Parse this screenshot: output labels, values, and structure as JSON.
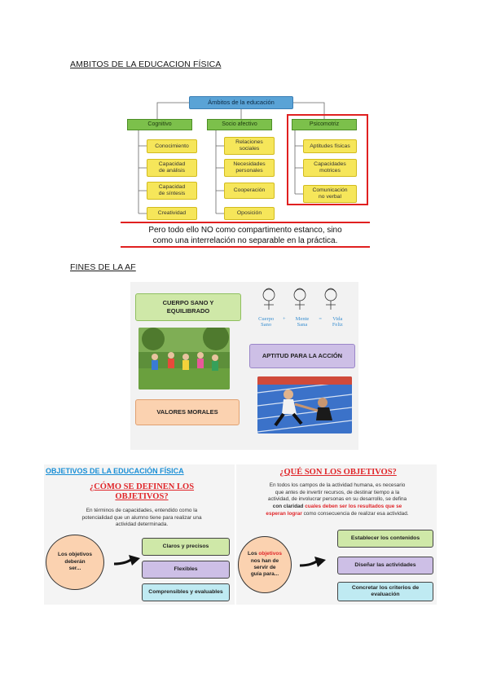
{
  "section1": {
    "heading": "AMBITOS DE LA EDUCACION FÍSICA",
    "diagram": {
      "root": "Ámbitos de la educación",
      "categories": [
        {
          "label": "Cognitivo",
          "items": [
            "Conocimiento",
            "Capacidad de análisis",
            "Capacidad de síntesis",
            "Creatividad"
          ]
        },
        {
          "label": "Socio afectivo",
          "items": [
            "Relaciones sociales",
            "Necesidades personales",
            "Cooperación",
            "Oposición"
          ]
        },
        {
          "label": "Psicomotriz",
          "items": [
            "Aptitudes físicas",
            "Capacidades motrices",
            "Comunicación no verbal"
          ]
        }
      ],
      "note_line1": "Pero todo ello NO como compartimento estanco, sino",
      "note_line2": "como una interrelación no separable en la práctica."
    }
  },
  "section2": {
    "heading": "FINES DE LA AF",
    "boxes": [
      "CUERPO SANO Y EQUILIBRADO",
      "APTITUD PARA LA ACCIÓN",
      "VALORES MORALES"
    ],
    "equation": [
      "Cuerpo Sano",
      "+",
      "Mente Sana",
      "=",
      "Vida Feliz"
    ]
  },
  "section3": {
    "left": {
      "title": "OBJETIVOS DE LA EDUCACIÓN FÍSICA",
      "question_line1": "¿CÓMO SE DEFINEN LOS",
      "question_line2": "OBJETIVOS?",
      "text_line1": "En términos de capacidades, entendido como la",
      "text_line2": "potencialidad que un alumno tiene para realizar una",
      "text_line3": "actividad determinada.",
      "circle_line1": "Los objetivos",
      "circle_line2": "deberán",
      "circle_line3": "ser...",
      "options": [
        "Claros y precisos",
        "Flexibles",
        "Comprensibles y evaluables"
      ],
      "colors": {
        "green": "#cfe8a8",
        "purple": "#cdbfe6",
        "cyan": "#bfeaf2"
      }
    },
    "right": {
      "question": "¿QUÉ SON LOS OBJETIVOS?",
      "text_line1": "En todos los campos de la actividad humana, es necesario",
      "text_line2": "que antes de invertir recursos, de destinar tiempo a la",
      "text_line3": "actividad, de involucrar personas en su desarrollo, se defina",
      "text_line4a": "con claridad",
      "text_line4b": "cuales deben ser los resultados que se",
      "text_line5a": "esperan lograr",
      "text_line5b": "como consecuencia de realizar esa actividad.",
      "circle_line1": "Los",
      "circle_word": "objetivos",
      "circle_line2": "nos han de",
      "circle_line3": "servir de",
      "circle_line4": "guía para...",
      "options": [
        "Establecer los contenidos",
        "Diseñar las actividades",
        "Concretar los criterios de evaluación"
      ]
    }
  }
}
